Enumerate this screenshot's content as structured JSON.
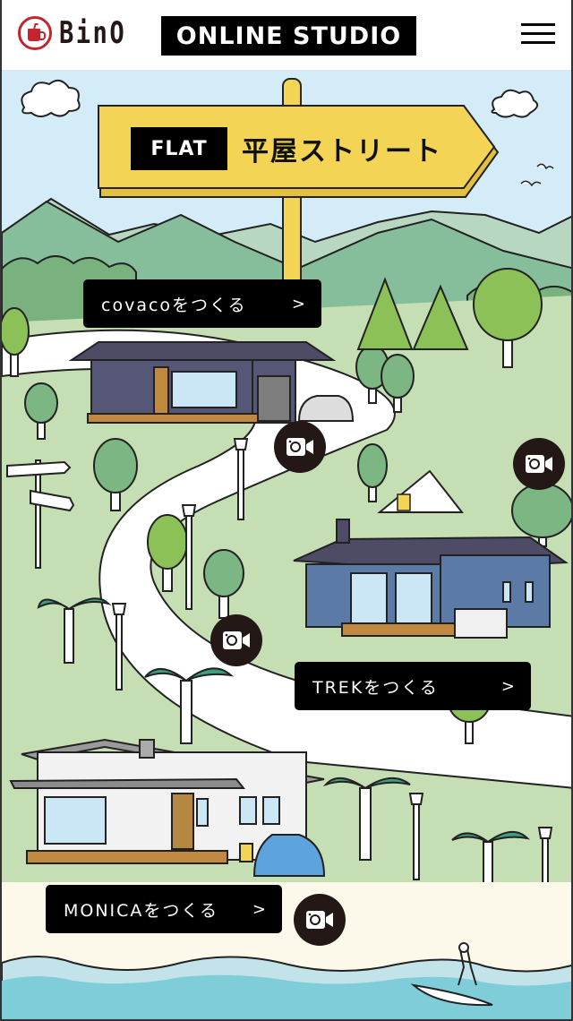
{
  "header": {
    "logo_text": "BinO",
    "studio_label": "ONLINE STUDIO",
    "menu_icon": "hamburger-menu-icon"
  },
  "sign": {
    "badge": "FLAT",
    "title": "平屋ストリート"
  },
  "houses": [
    {
      "name": "covaco",
      "cta_label": "covacoをつくる",
      "chevron": ">",
      "camera_icon": "video-camera-icon"
    },
    {
      "name": "TREK",
      "cta_label": "TREKをつくる",
      "chevron": ">",
      "camera_icon": "video-camera-icon"
    },
    {
      "name": "MONICA",
      "cta_label": "MONICAをつくる",
      "chevron": ">",
      "camera_icon": "video-camera-icon"
    }
  ],
  "extra_camera": {
    "camera_icon": "video-camera-icon"
  },
  "colors": {
    "brand_red": "#c4242c",
    "sky": "#d4ecf7",
    "sign_yellow": "#f3d454",
    "mountain_green": "#86bd9b",
    "grass_light": "#c5deb4",
    "sea": "#7fcdd8",
    "sand": "#fdf9ea",
    "button_black": "#000000"
  }
}
